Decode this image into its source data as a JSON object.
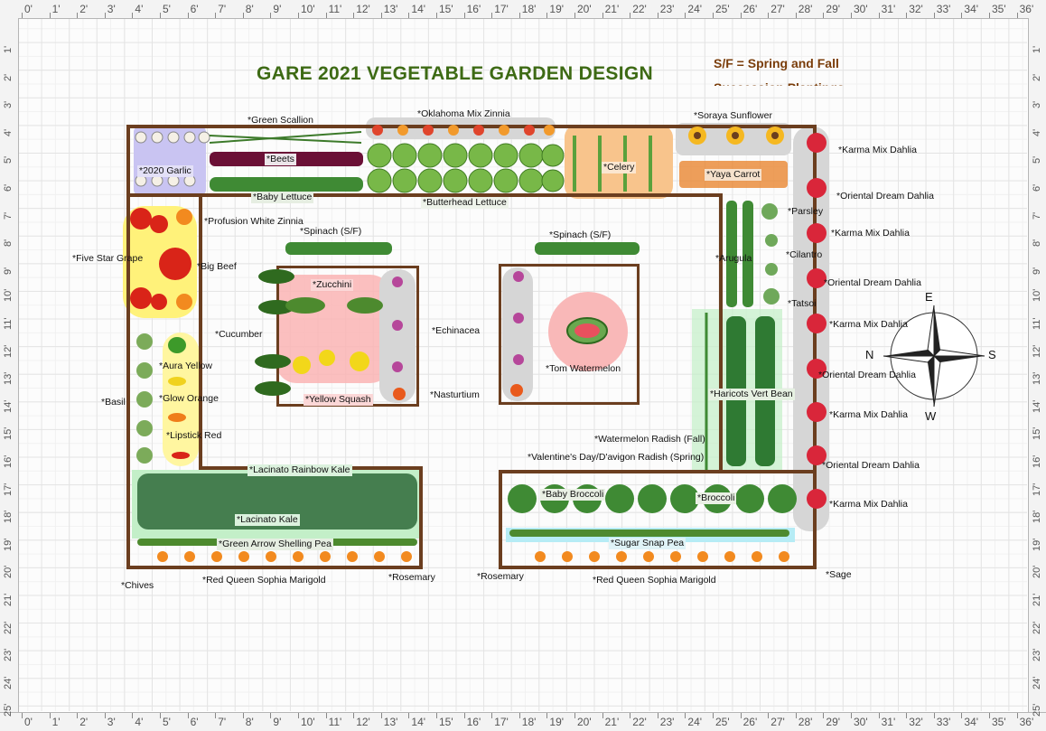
{
  "title": "GARE 2021 VEGETABLE GARDEN DESIGN",
  "legend": {
    "line1": "S/F = Spring and Fall",
    "line2": "Succession Plantings"
  },
  "ruler": {
    "top_labels": [
      "0'",
      "1'",
      "2'",
      "3'",
      "4'",
      "5'",
      "6'",
      "7'",
      "8'",
      "9'",
      "10'",
      "11'",
      "12'",
      "13'",
      "14'",
      "15'",
      "16'",
      "17'",
      "18'",
      "19'",
      "20'",
      "21'",
      "22'",
      "23'",
      "24'",
      "25'",
      "26'",
      "27'",
      "28'",
      "29'",
      "30'",
      "31'",
      "32'",
      "33'",
      "34'",
      "35'",
      "36'"
    ],
    "side_labels": [
      "1'",
      "2'",
      "3'",
      "4'",
      "5'",
      "6'",
      "7'",
      "8'",
      "9'",
      "10'",
      "11'",
      "12'",
      "13'",
      "14'",
      "15'",
      "16'",
      "17'",
      "18'",
      "19'",
      "20'",
      "21'",
      "22'",
      "23'",
      "24'",
      "25'"
    ]
  },
  "compass": {
    "n": "N",
    "e": "E",
    "s": "S",
    "w": "W"
  },
  "plants": {
    "green_scallion": "*Green Scallion",
    "oklahoma_zinnia": "*Oklahoma Mix Zinnia",
    "soraya_sunflower": "*Soraya Sunflower",
    "garlic": "*2020 Garlic",
    "beets": "*Beets",
    "celery": "*Celery",
    "yaya_carrot": "*Yaya Carrot",
    "karma_dahlia_1": "*Karma Mix Dahlia",
    "baby_lettuce": "*Baby Lettuce",
    "butterhead_lettuce": "*Butterhead Lettuce",
    "oriental_dahlia_1": "*Oriental Dream Dahlia",
    "profusion_zinnia": "*Profusion White Zinnia",
    "parsley": "*Parsley",
    "spinach_1": "*Spinach (S/F)",
    "spinach_2": "*Spinach (S/F)",
    "karma_dahlia_2": "*Karma Mix Dahlia",
    "five_star_grape": "*Five Star Grape",
    "big_beef": "*Big Beef",
    "arugula": "*Arugula",
    "cilantro": "*Cilantro",
    "zucchini": "*Zucchini",
    "oriental_dahlia_2": "*Oriental Dream Dahlia",
    "tatsoi": "*Tatsoi",
    "karma_dahlia_3": "*Karma Mix Dahlia",
    "cucumber": "*Cucumber",
    "echinacea": "*Echinacea",
    "aura_yellow": "*Aura Yellow",
    "tom_watermelon": "*Tom Watermelon",
    "oriental_dahlia_3": "*Oriental Dream Dahlia",
    "basil": "*Basil",
    "glow_orange": "*Glow Orange",
    "yellow_squash": "*Yellow Squash",
    "nasturtium": "*Nasturtium",
    "haricots": "*Haricots Vert Bean",
    "karma_dahlia_4": "*Karma Mix Dahlia",
    "lipstick_red": "*Lipstick Red",
    "watermelon_radish": "*Watermelon Radish (Fall)",
    "valentines_radish": "*Valentine's Day/D'avigon Radish (Spring)",
    "oriental_dahlia_4": "*Oriental Dream Dahlia",
    "lacinato_rainbow": "*Lacinato Rainbow Kale",
    "baby_broccoli": "*Baby Broccoli",
    "broccoli": "*Broccoli",
    "karma_dahlia_5": "*Karma Mix Dahlia",
    "lacinato_kale": "*Lacinato Kale",
    "green_arrow_pea": "*Green Arrow Shelling Pea",
    "sugar_snap_pea": "*Sugar Snap Pea",
    "chives": "*Chives",
    "red_queen_marigold_1": "*Red Queen Sophia Marigold",
    "rosemary_1": "*Rosemary",
    "rosemary_2": "*Rosemary",
    "red_queen_marigold_2": "*Red Queen Sophia Marigold",
    "sage": "*Sage"
  },
  "colors": {
    "title": "#3d6a14",
    "note": "#7a3d0a",
    "bed_border": "#6b3e1f",
    "garlic_shade": "#c9c4f2",
    "tomato_shade": "#fff27a",
    "squash_shade": "#fab4b4",
    "watermelon_shade": "#f9b8b8",
    "celery_shade": "#f8c48c",
    "kale_shade": "#c3efc8",
    "pea_shade": "#b6ecf5",
    "dahlia_shade": "#d6d6d6"
  }
}
